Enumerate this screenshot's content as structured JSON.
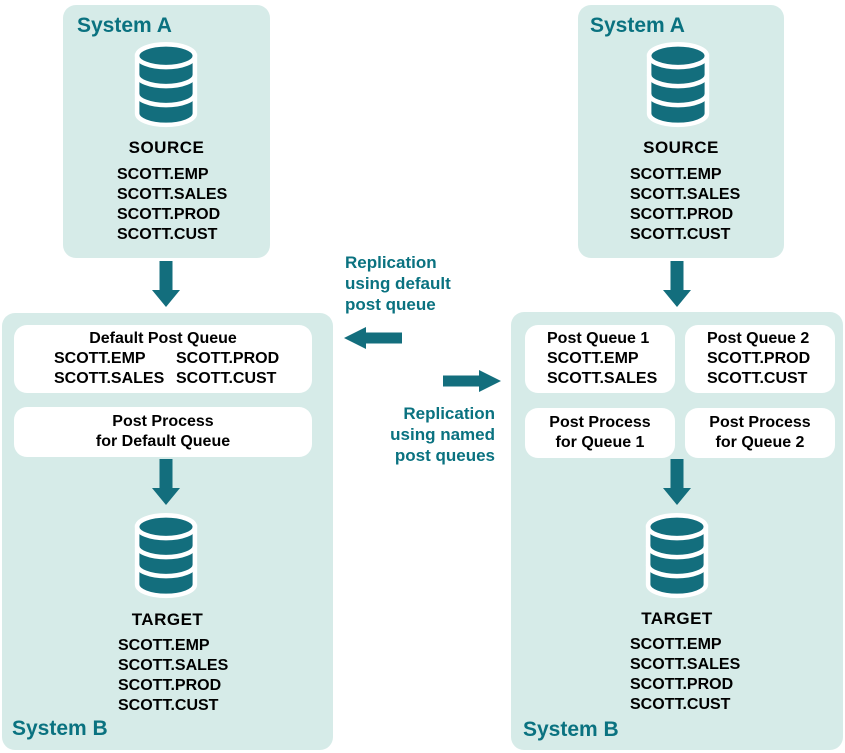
{
  "colors": {
    "teal": "#136e7d",
    "teal-text": "#0a7280",
    "panel-bg": "#d6ebe8",
    "box-bg": "#ffffff",
    "body-text": "#000000"
  },
  "left_system_a": {
    "title": "System A",
    "db_label": "SOURCE",
    "tables": [
      "SCOTT.EMP",
      "SCOTT.SALES",
      "SCOTT.PROD",
      "SCOTT.CUST"
    ]
  },
  "right_system_a": {
    "title": "System A",
    "db_label": "SOURCE",
    "tables": [
      "SCOTT.EMP",
      "SCOTT.SALES",
      "SCOTT.PROD",
      "SCOTT.CUST"
    ]
  },
  "left_system_b": {
    "title": "System B",
    "queue_box": {
      "title": "Default Post Queue",
      "col1": [
        "SCOTT.EMP",
        "SCOTT.SALES"
      ],
      "col2": [
        "SCOTT.PROD",
        "SCOTT.CUST"
      ]
    },
    "process_box": {
      "line1": "Post Process",
      "line2": "for Default Queue"
    },
    "db_label": "TARGET",
    "tables": [
      "SCOTT.EMP",
      "SCOTT.SALES",
      "SCOTT.PROD",
      "SCOTT.CUST"
    ]
  },
  "right_system_b": {
    "title": "System B",
    "queue1": {
      "title": "Post Queue 1",
      "tables": [
        "SCOTT.EMP",
        "SCOTT.SALES"
      ]
    },
    "queue2": {
      "title": "Post Queue 2",
      "tables": [
        "SCOTT.PROD",
        "SCOTT.CUST"
      ]
    },
    "process1": {
      "line1": "Post Process",
      "line2": "for Queue 1"
    },
    "process2": {
      "line1": "Post Process",
      "line2": "for Queue 2"
    },
    "db_label": "TARGET",
    "tables": [
      "SCOTT.EMP",
      "SCOTT.SALES",
      "SCOTT.PROD",
      "SCOTT.CUST"
    ]
  },
  "annotations": {
    "default_queue": {
      "lines": [
        "Replication",
        "using default",
        "post queue"
      ]
    },
    "named_queues": {
      "lines": [
        "Replication",
        "using named",
        "post queues"
      ]
    }
  },
  "icons": {
    "database": "database-icon",
    "down_arrow": "arrow-down-icon",
    "left_arrow": "arrow-left-icon",
    "right_arrow": "arrow-right-icon"
  }
}
